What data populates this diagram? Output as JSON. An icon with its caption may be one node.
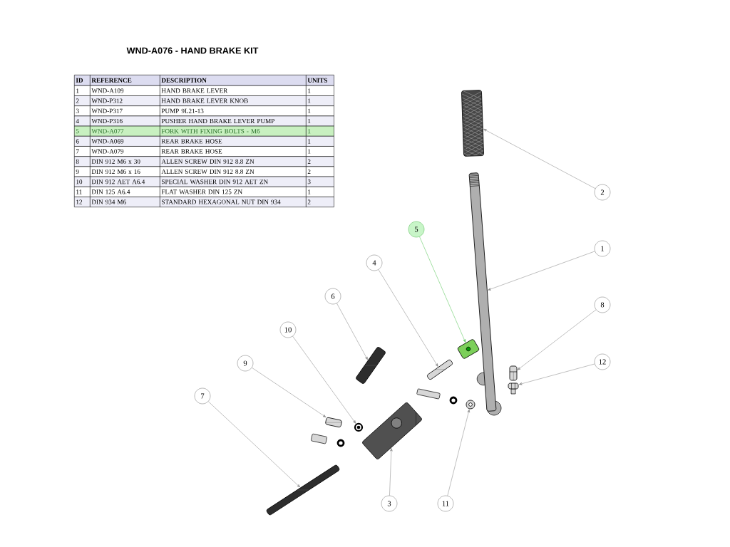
{
  "diagram": {
    "title": "WND-A076 - HAND BRAKE KIT",
    "nodes": [
      {
        "text": [
          "1"
        ]
      },
      {
        "text": [
          "2"
        ]
      },
      {
        "text": [
          "3"
        ]
      },
      {
        "text": [
          "4"
        ]
      },
      {
        "text": [
          "5"
        ]
      },
      {
        "text": [
          "6"
        ]
      },
      {
        "text": [
          "7"
        ]
      },
      {
        "text": [
          "8"
        ]
      },
      {
        "text": [
          "9"
        ]
      },
      {
        "text": [
          "10"
        ]
      },
      {
        "text": [
          "11"
        ]
      },
      {
        "text": [
          "12"
        ]
      },
      {
        "text": [],
        "shape": "picture"
      },
      {
        "text": [],
        "shape": "picture"
      },
      {
        "text": [],
        "shape": "picture"
      },
      {
        "text": [],
        "shape": "picture"
      },
      {
        "text": [],
        "shape": "picture"
      },
      {
        "text": [],
        "shape": "picture"
      },
      {
        "text": [],
        "shape": "picture"
      },
      {
        "text": [],
        "shape": "picture"
      },
      {
        "text": [],
        "shape": "picture"
      },
      {
        "text": [],
        "shape": "picture"
      },
      {
        "text": [],
        "shape": "picture"
      },
      {
        "text": [],
        "shape": "picture"
      }
    ],
    "edges": [
      {
        "from": 0,
        "to": 12,
        "arrow": "to"
      },
      {
        "from": 1,
        "to": 13,
        "arrow": "to"
      },
      {
        "from": 2,
        "to": 14,
        "arrow": "to"
      },
      {
        "from": 3,
        "to": 15,
        "arrow": "to"
      },
      {
        "from": 4,
        "to": 16,
        "arrow": "to",
        "color": "#5cc85c"
      },
      {
        "from": 5,
        "to": 17,
        "arrow": "to"
      },
      {
        "from": 6,
        "to": 18,
        "arrow": "to"
      },
      {
        "from": 7,
        "to": 19,
        "arrow": "to"
      },
      {
        "from": 8,
        "to": 20,
        "arrow": "to"
      },
      {
        "from": 9,
        "to": 21,
        "arrow": "to"
      },
      {
        "from": 10,
        "to": 22,
        "arrow": "to"
      },
      {
        "from": 11,
        "to": 23,
        "arrow": "to"
      }
    ],
    "labels": [
      "ID",
      "REFERENCE",
      "DESCRIPTION",
      "UNITS",
      "1",
      "WND-A109",
      "HAND BRAKE LEVER",
      "1",
      "2",
      "WND-P312",
      "HAND BRAKE LEVER KNOB",
      "1",
      "3",
      "WND-P317",
      "PUMP 9L21-13",
      "1",
      "4",
      "WND-P316",
      "PUSHER HAND BRAKE LEVER PUMP",
      "1",
      "5",
      "WND-A077",
      "FORK WITH FIXING BOLTS - M6",
      "1",
      "6",
      "WND-A069",
      "REAR BRAKE HOSE",
      "1",
      "7",
      "WND-A079",
      "REAR BRAKE HOSE",
      "1",
      "8",
      "DIN 912 M6 x 30",
      "ALLEN SCREW DIN 912 8.8 ZN",
      "2",
      "9",
      "DIN 912 M6 x 16",
      "ALLEN SCREW DIN 912 8.8 ZN",
      "2",
      "10",
      "DIN 912 AET A6.4",
      "SPECIAL WASHER DIN 912 AET ZN",
      "3",
      "11",
      "DIN 125 A6.4",
      "FLAT WASHER DIN 125 ZN",
      "1",
      "12",
      "DIN 934 M6",
      "STANDARD HEXAGONAL NUT DIN 934",
      "2"
    ]
  }
}
